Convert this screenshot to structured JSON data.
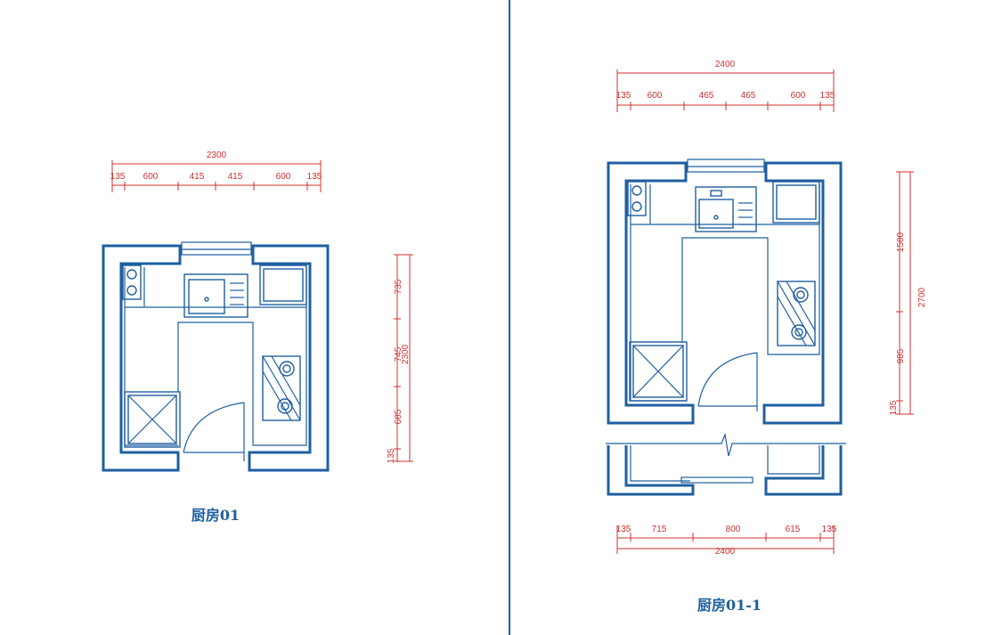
{
  "plans": [
    {
      "caption": "厨房01",
      "top_dims": {
        "overall": "2300",
        "segments": [
          "135",
          "600",
          "415",
          "415",
          "600",
          "135"
        ]
      },
      "side_dims": {
        "overall": "2300",
        "segments": [
          "735",
          "745",
          "685",
          "135"
        ]
      }
    },
    {
      "caption": "厨房01-1",
      "top_dims": {
        "overall": "2400",
        "segments": [
          "135",
          "600",
          "465",
          "465",
          "600",
          "135"
        ]
      },
      "side_dims": {
        "overall": "2700",
        "segments": [
          "1580",
          "985",
          "135"
        ]
      },
      "bottom_dims": {
        "overall": "2400",
        "segments": [
          "135",
          "715",
          "800",
          "615",
          "135"
        ]
      }
    }
  ],
  "colors": {
    "wall": "#1f5fa0",
    "dimension": "#d0302f",
    "background": "#ffffff"
  }
}
